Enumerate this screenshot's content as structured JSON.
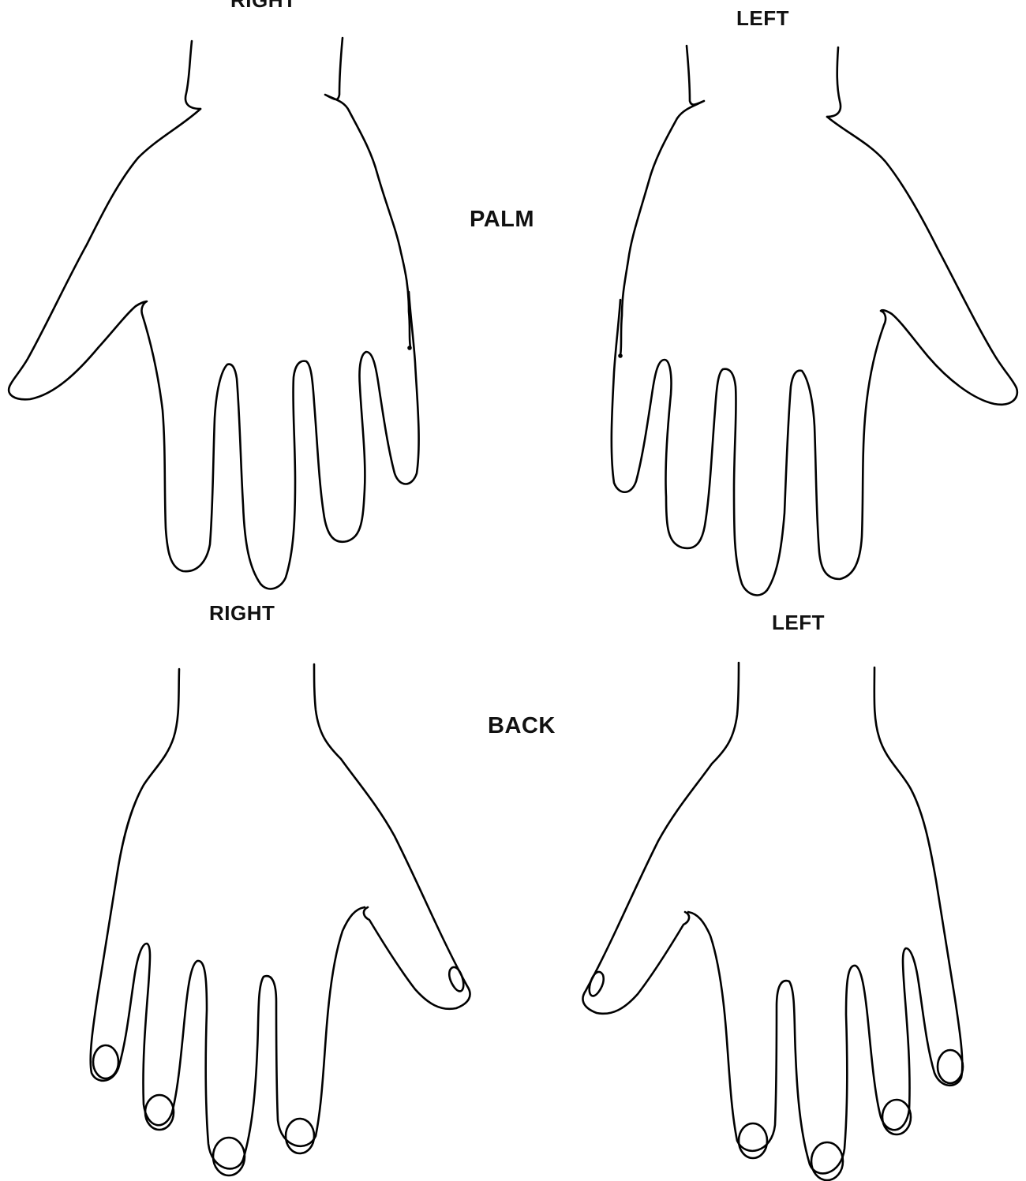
{
  "labels": {
    "top_right_cut": "RIGHT",
    "top_left": "LEFT",
    "palm": "PALM",
    "bottom_right": "RIGHT",
    "bottom_left": "LEFT",
    "back": "BACK"
  },
  "colors": {
    "line": "#000000",
    "background": "#ffffff"
  }
}
